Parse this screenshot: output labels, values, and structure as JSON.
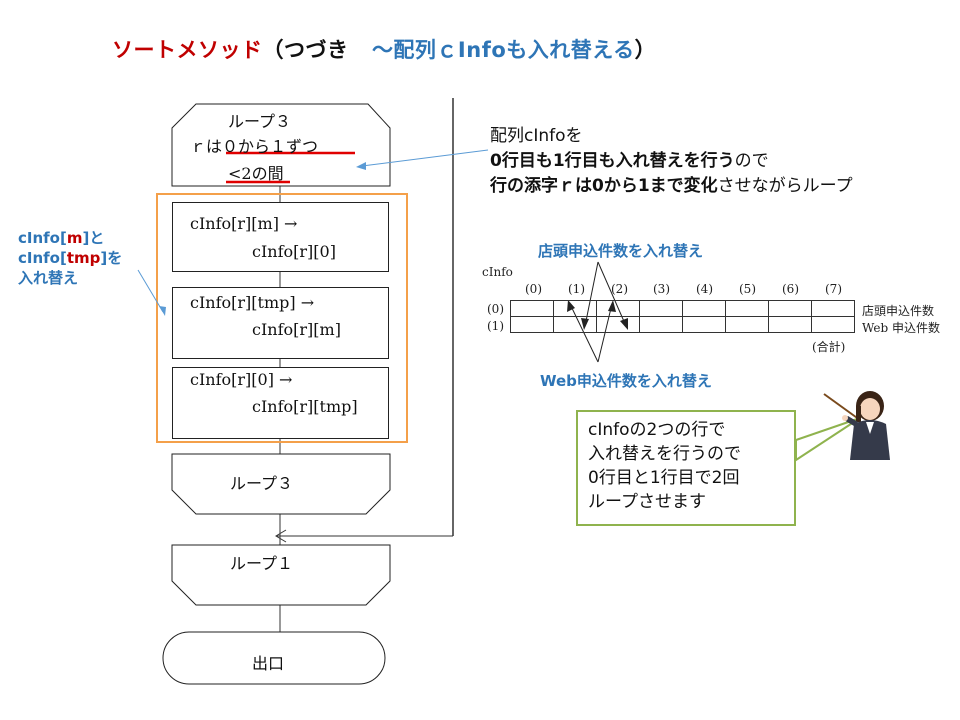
{
  "title": {
    "part_red": "ソートメソッド",
    "part_black": "（つづき",
    "part_blue": "～配列ｃInfoも入れ替える",
    "part_close": "）"
  },
  "flowchart": {
    "loop3_start": {
      "line1": "ループ３",
      "line2a": "ｒは",
      "line2b": "０から１ずつ",
      "line3": "<2の間"
    },
    "box1": {
      "line1": "cInfo[r][m] →",
      "line2": "cInfo[r][0]"
    },
    "box2": {
      "line1": "cInfo[r][tmp] →",
      "line2": "cInfo[r][m]"
    },
    "box3": {
      "line1": "cInfo[r][0] →",
      "line2": "cInfo[r][tmp]"
    },
    "loop3_end": "ループ３",
    "loop1_end": "ループ１",
    "exit": "出口"
  },
  "side_label": {
    "l1a": "cInfo[",
    "l1b": "m",
    "l1c": "]と",
    "l2a": "cInfo[",
    "l2b": "tmp",
    "l2c": "]を",
    "l3": "入れ替え"
  },
  "note": {
    "line1": "配列cInfoを",
    "line2_bold": "0行目も1行目も入れ替えを行う",
    "line2_rest": "ので",
    "line3_bold1": "行の添字ｒは0から1まで変化",
    "line3_rest": "させながらループ"
  },
  "table": {
    "name": "cInfo",
    "col_headers": [
      "(0)",
      "(1)",
      "(2)",
      "(3)",
      "(4)",
      "(5)",
      "(6)",
      "(7)"
    ],
    "row_headers": [
      "(0)",
      "(1)"
    ],
    "row_labels": [
      "店頭申込件数",
      "Web 申込件数"
    ],
    "total_label": "(合計)",
    "top_label": "店頭申込件数を入れ替え",
    "bottom_label": "Web申込件数を入れ替え"
  },
  "callout": {
    "line1": "cInfoの2つの行で",
    "line2": "入れ替えを行うので",
    "line3": "0行目と1行目で2回",
    "line4": "ループさせます"
  },
  "colors": {
    "red": "#c00000",
    "blue": "#2e75b6",
    "orange": "#f4a04a",
    "green": "#8fb34e"
  }
}
